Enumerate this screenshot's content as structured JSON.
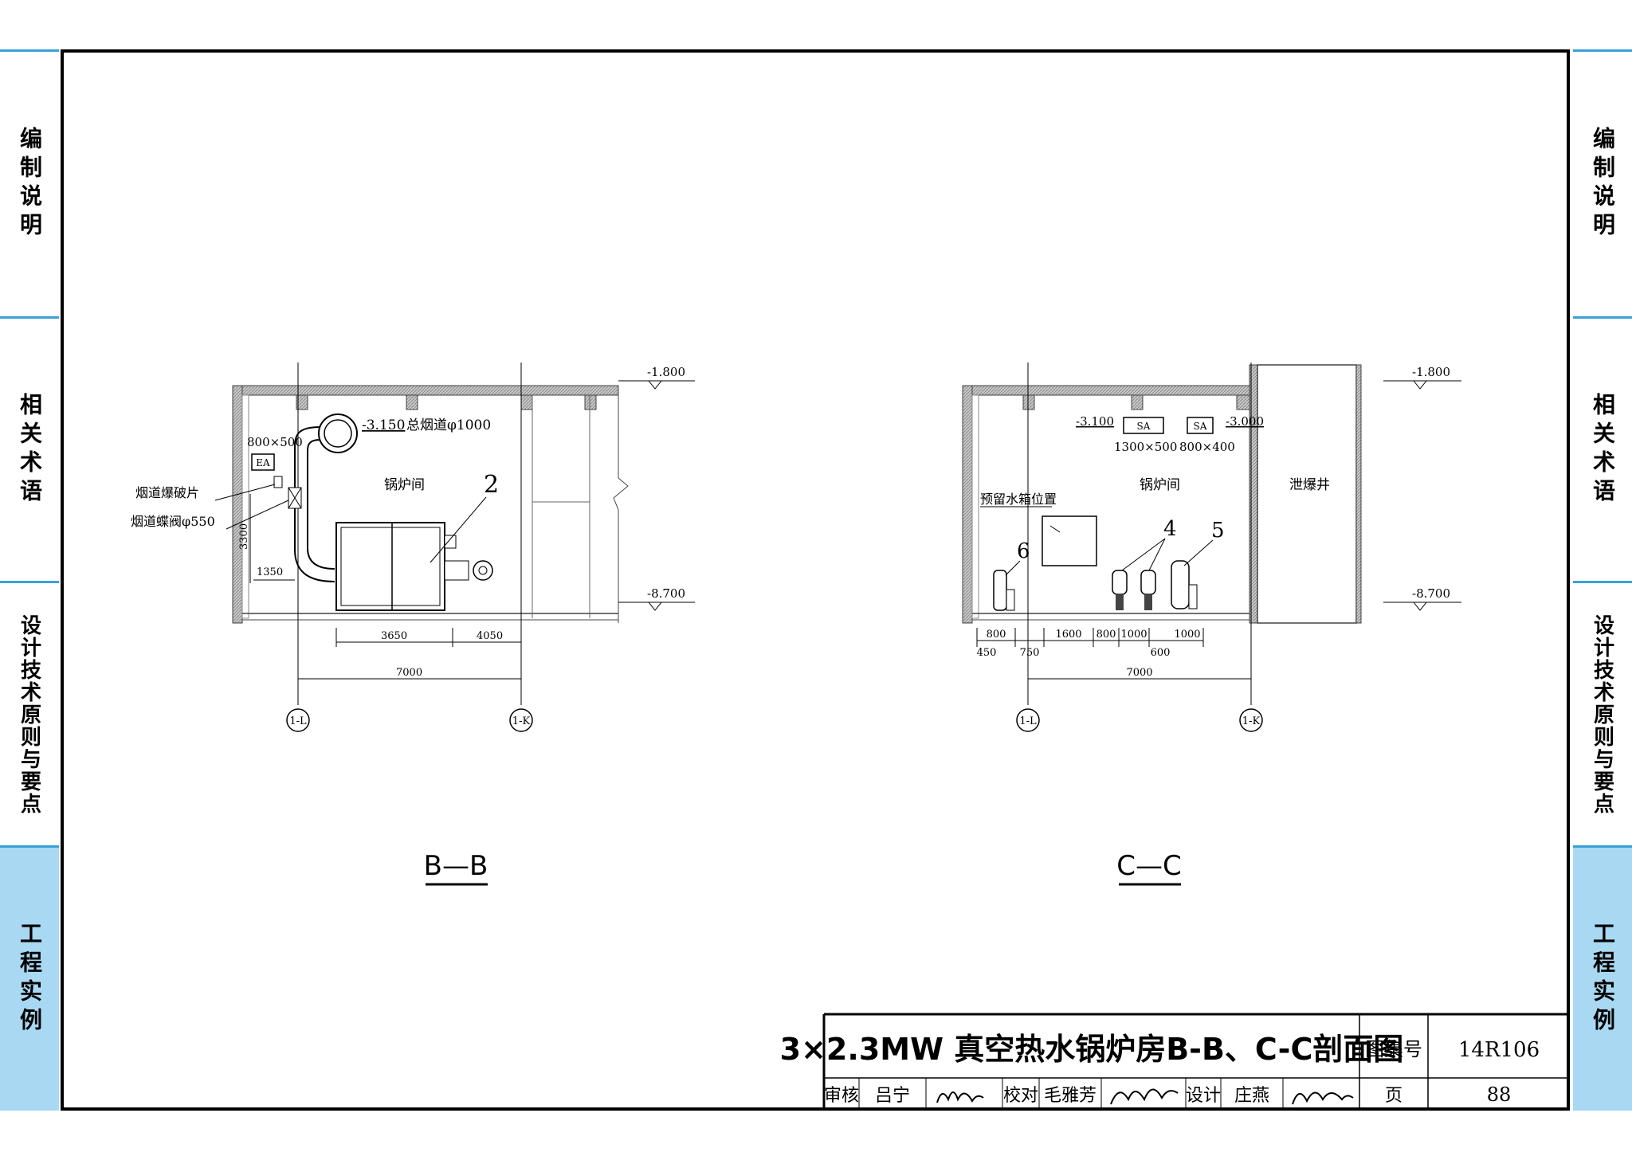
{
  "side_tabs": {
    "left": [
      "编制说明",
      "相关术语",
      "设计技术原则与要点",
      "工程实例"
    ],
    "right": [
      "编制说明",
      "相关术语",
      "设计技术原则与要点",
      "工程实例"
    ],
    "active_index": 3
  },
  "section_bb": {
    "label": "B—B",
    "elev_top": "-1.800",
    "elev_bottom": "-8.700",
    "flue_elev": "-3.150",
    "flue_label": "总烟道φ1000",
    "duct_size": "800×500",
    "ea_tag": "EA",
    "room": "锅炉间",
    "item_no": "2",
    "explosion_plate": "烟道爆破片",
    "butterfly_valve": "烟道蝶阀φ550",
    "dim_3300": "3300",
    "dim_1350": "1350",
    "dim_3650": "3650",
    "dim_4050": "4050",
    "dim_7000": "7000",
    "axis_left": "1-L",
    "axis_right": "1-K"
  },
  "section_cc": {
    "label": "C—C",
    "elev_top": "-1.800",
    "elev_bottom": "-8.700",
    "sa_elev_1": "-3.100",
    "sa_elev_2": "-3.000",
    "sa_tag": "SA",
    "duct_1": "1300×500",
    "duct_2": "800×400",
    "room": "锅炉间",
    "shaft": "泄爆井",
    "tank_pos": "预留水箱位置",
    "item_4": "4",
    "item_5": "5",
    "item_6": "6",
    "dims_top": [
      "800",
      "1600",
      "800",
      "1000",
      "1000"
    ],
    "dims_bottom": [
      "450",
      "750",
      "600"
    ],
    "dim_7000": "7000",
    "axis_left": "1-L",
    "axis_right": "1-K"
  },
  "title_block": {
    "title": "3×2.3MW 真空热水锅炉房B-B、C-C剖面图",
    "atlas_label": "图集号",
    "atlas_no": "14R106",
    "review_label": "审核",
    "reviewer": "吕宁",
    "check_label": "校对",
    "checker": "毛雅芳",
    "design_label": "设计",
    "designer": "庄燕",
    "page_label": "页",
    "page_no": "88"
  }
}
